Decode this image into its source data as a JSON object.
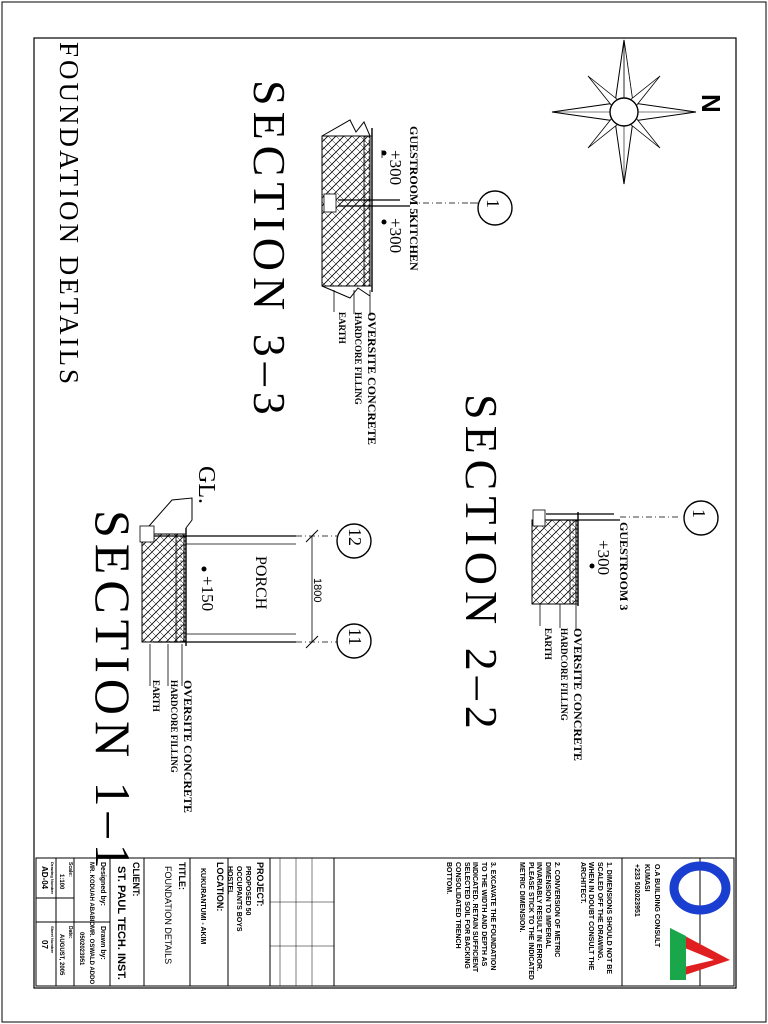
{
  "drawing": {
    "sheet_title": "FOUNDATION DETAILS",
    "north": "N",
    "sections": [
      {
        "title": "SECTION 3–3",
        "grid": "1",
        "rooms": [
          "GUESTROOM 5",
          "KITCHEN"
        ],
        "levels": [
          "+300",
          "+300"
        ],
        "layers": [
          "OVERSITE CONCRETE",
          "HARDCORE FILLING",
          "EARTH"
        ]
      },
      {
        "title": "SECTION 2–2",
        "grid": "1",
        "rooms": [
          "GUESTROOM 3"
        ],
        "levels": [
          "+300"
        ],
        "layers": [
          "OVERSITE CONCRETE",
          "HARDCORE FILLING",
          "EARTH"
        ]
      },
      {
        "title": "SECTION 1–1",
        "grids": [
          "12",
          "11"
        ],
        "room": "PORCH",
        "level": "+150",
        "dimension": "1800",
        "ground": "GL.",
        "layers": [
          "OVERSITE CONCRETE",
          "HARDCORE FILLING",
          "EARTH"
        ]
      }
    ]
  },
  "title_block": {
    "firm": "O.A BUILDING CONSULT",
    "city": "KUMASI",
    "phone": "+233 502023951",
    "notes": [
      "1. DIMENSIONS SHOULD NOT BE SCALED OFF THE DRAWING. WHEN IN DOUBT CONSULT THE ARCHITECT.",
      "2. CONVERSION OF METRIC DIMENSION TO IMPERIAL INVARIABLY RESULT IN ERROR. PLEASE STICK TO THE INDICATED METRIC DIMENSION.",
      "3. EXCAVATE THE FOUNDATION TO THE WIDTH AND DEPTH AS INDICATED. RETAIN SUFFICIENT SELECTED SOIL FOR BACKING CONSOLIDATED TRENCH BOTTOM."
    ],
    "project_label": "PROJECT:",
    "project": "PROPOSED 50 OCCUPANTS BOYS HOSTEL",
    "location_label": "LOCATION:",
    "location": "KUKURANTUMI - AKIM",
    "title_label": "TITLE:",
    "title": "FOUNDATION DETAILS",
    "client_label": "CLIENT:",
    "client": "ST. PAUL TECH. INST.",
    "designed_label": "Designed by:",
    "designer": "MR. KODUAH ABABIO",
    "drawn_label": "Drawn by:",
    "drafter": "MR. OSWALD ADDO",
    "drafter_phone": "0502023951",
    "scale_label": "Scale:",
    "scale": "1:100",
    "date_label": "Date:",
    "date": "AUGUST, 2005",
    "drawing_no_label": "Drawing Number",
    "drawing_no": "AD-04",
    "sheet_no_label": "Sheet Number",
    "sheet_no": "07"
  },
  "colors": {
    "logo_o": "#1a3fd0",
    "logo_a_red": "#e02020",
    "logo_a_green": "#1aa64a"
  }
}
